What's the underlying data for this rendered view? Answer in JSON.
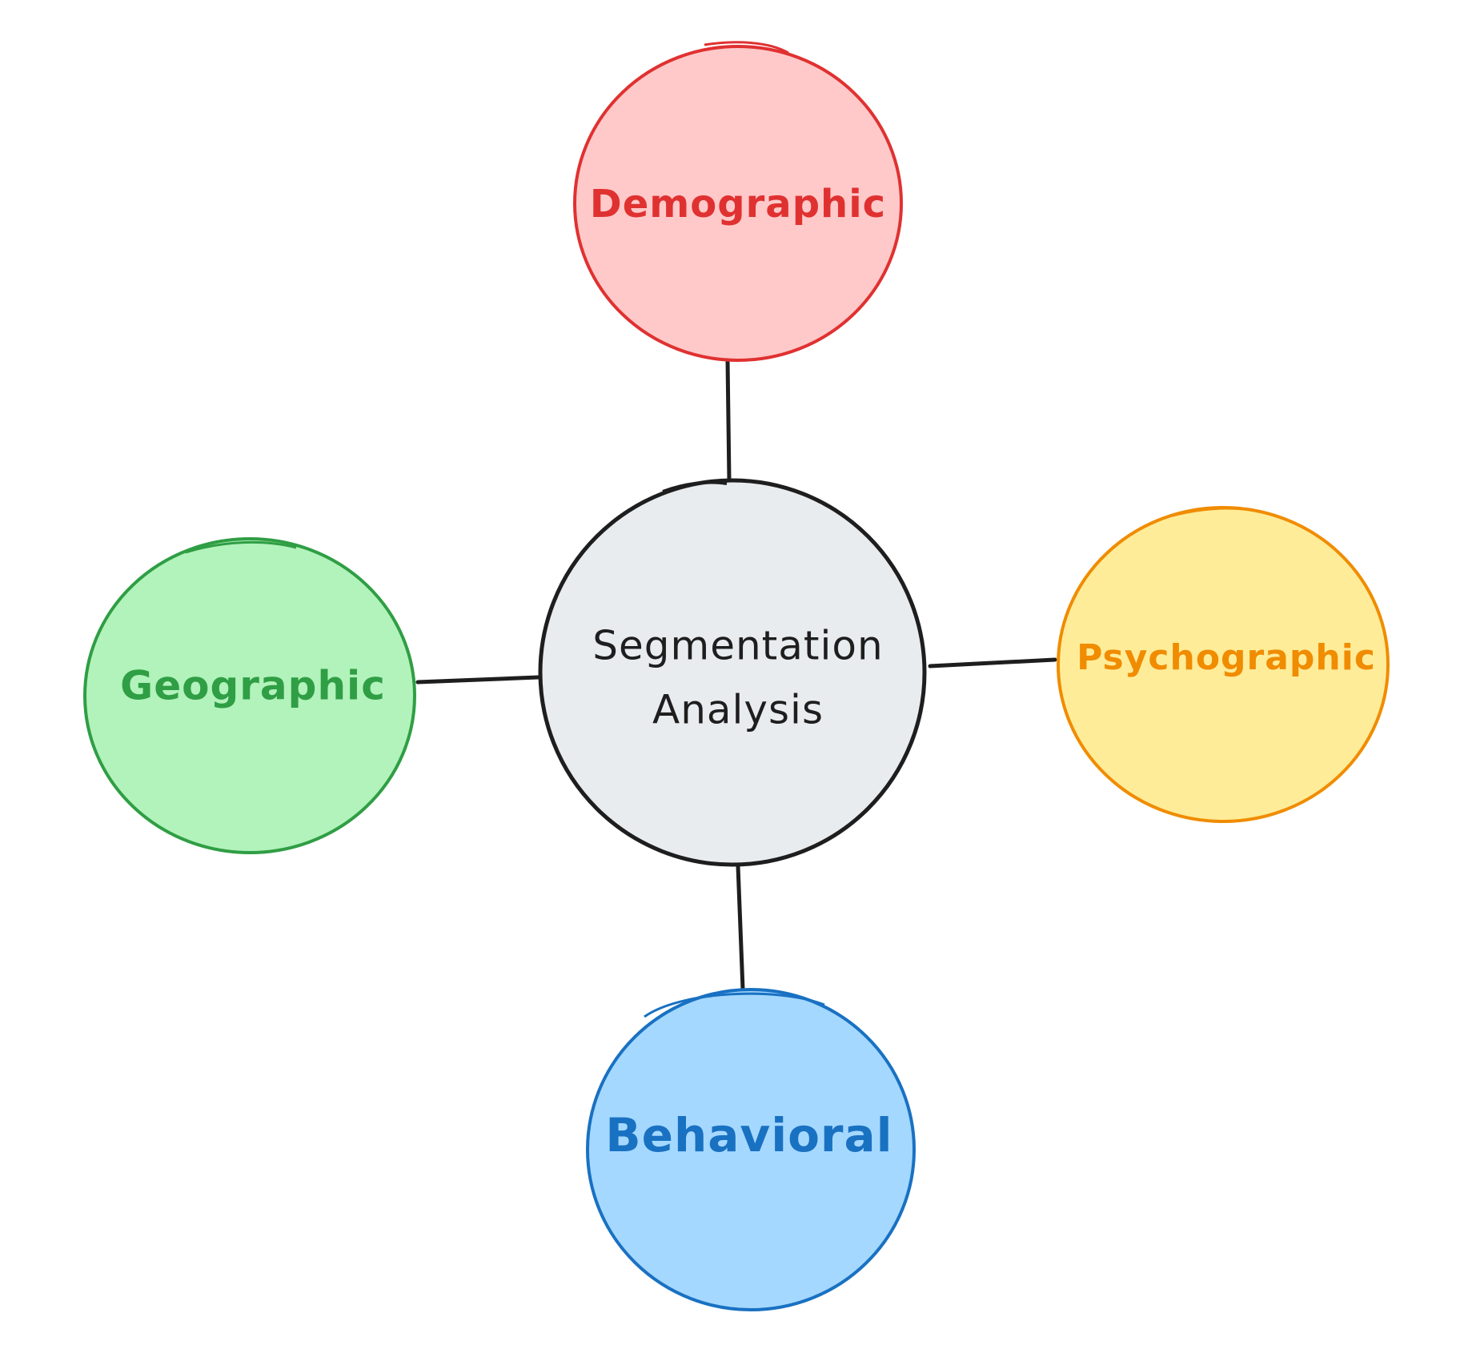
{
  "diagram": {
    "center": {
      "lines": [
        "Segmentation",
        "Analysis"
      ],
      "fill": "#e9ecef",
      "stroke": "#1e1e1e",
      "text_color": "#1e1e1e"
    },
    "nodes": [
      {
        "id": "demographic",
        "label": "Demographic",
        "fill": "#ffc9c9",
        "stroke": "#e03131",
        "text_color": "#e03131"
      },
      {
        "id": "geographic",
        "label": "Geographic",
        "fill": "#b2f2bb",
        "stroke": "#2f9e44",
        "text_color": "#2f9e44"
      },
      {
        "id": "psychographic",
        "label": "Psychographic",
        "fill": "#ffec99",
        "stroke": "#f08c00",
        "text_color": "#f08c00"
      },
      {
        "id": "behavioral",
        "label": "Behavioral",
        "fill": "#a5d8ff",
        "stroke": "#1971c2",
        "text_color": "#1971c2"
      }
    ],
    "connector_color": "#1e1e1e"
  }
}
